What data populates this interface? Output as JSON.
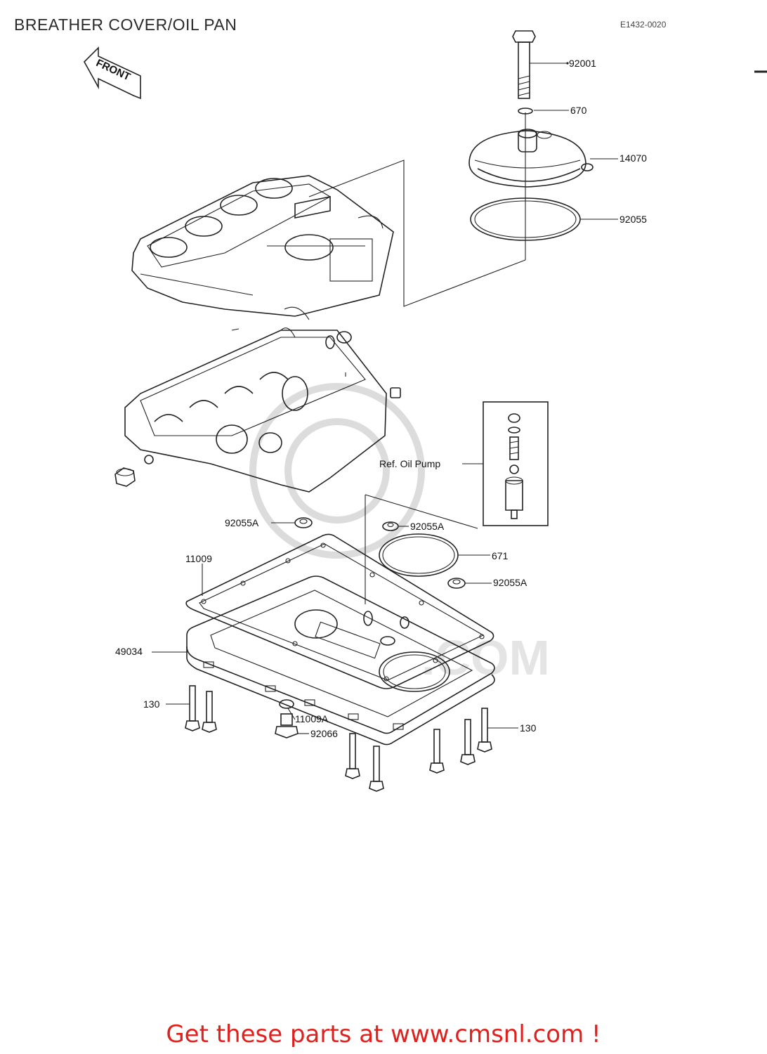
{
  "header": {
    "title": "BREATHER COVER/OIL PAN",
    "diagram_code": "E1432-0020"
  },
  "front_arrow": {
    "label": "FRONT"
  },
  "callouts": {
    "c92001": "92001",
    "c670": "670",
    "c14070": "14070",
    "c92055": "92055",
    "ref_oil_pump": "Ref. Oil Pump",
    "c92055A_left": "92055A",
    "c92055A_mid": "92055A",
    "c92055A_right": "92055A",
    "c671": "671",
    "c11009": "11009",
    "c49034": "49034",
    "c130_left": "130",
    "c130_right": "130",
    "c11009A": "11009A",
    "c92066": "92066"
  },
  "footer": {
    "text": "Get these parts at www.cmsnl.com !"
  },
  "colors": {
    "footer": "#e0201c",
    "line": "#222222",
    "watermark": "#dcdcdc"
  }
}
